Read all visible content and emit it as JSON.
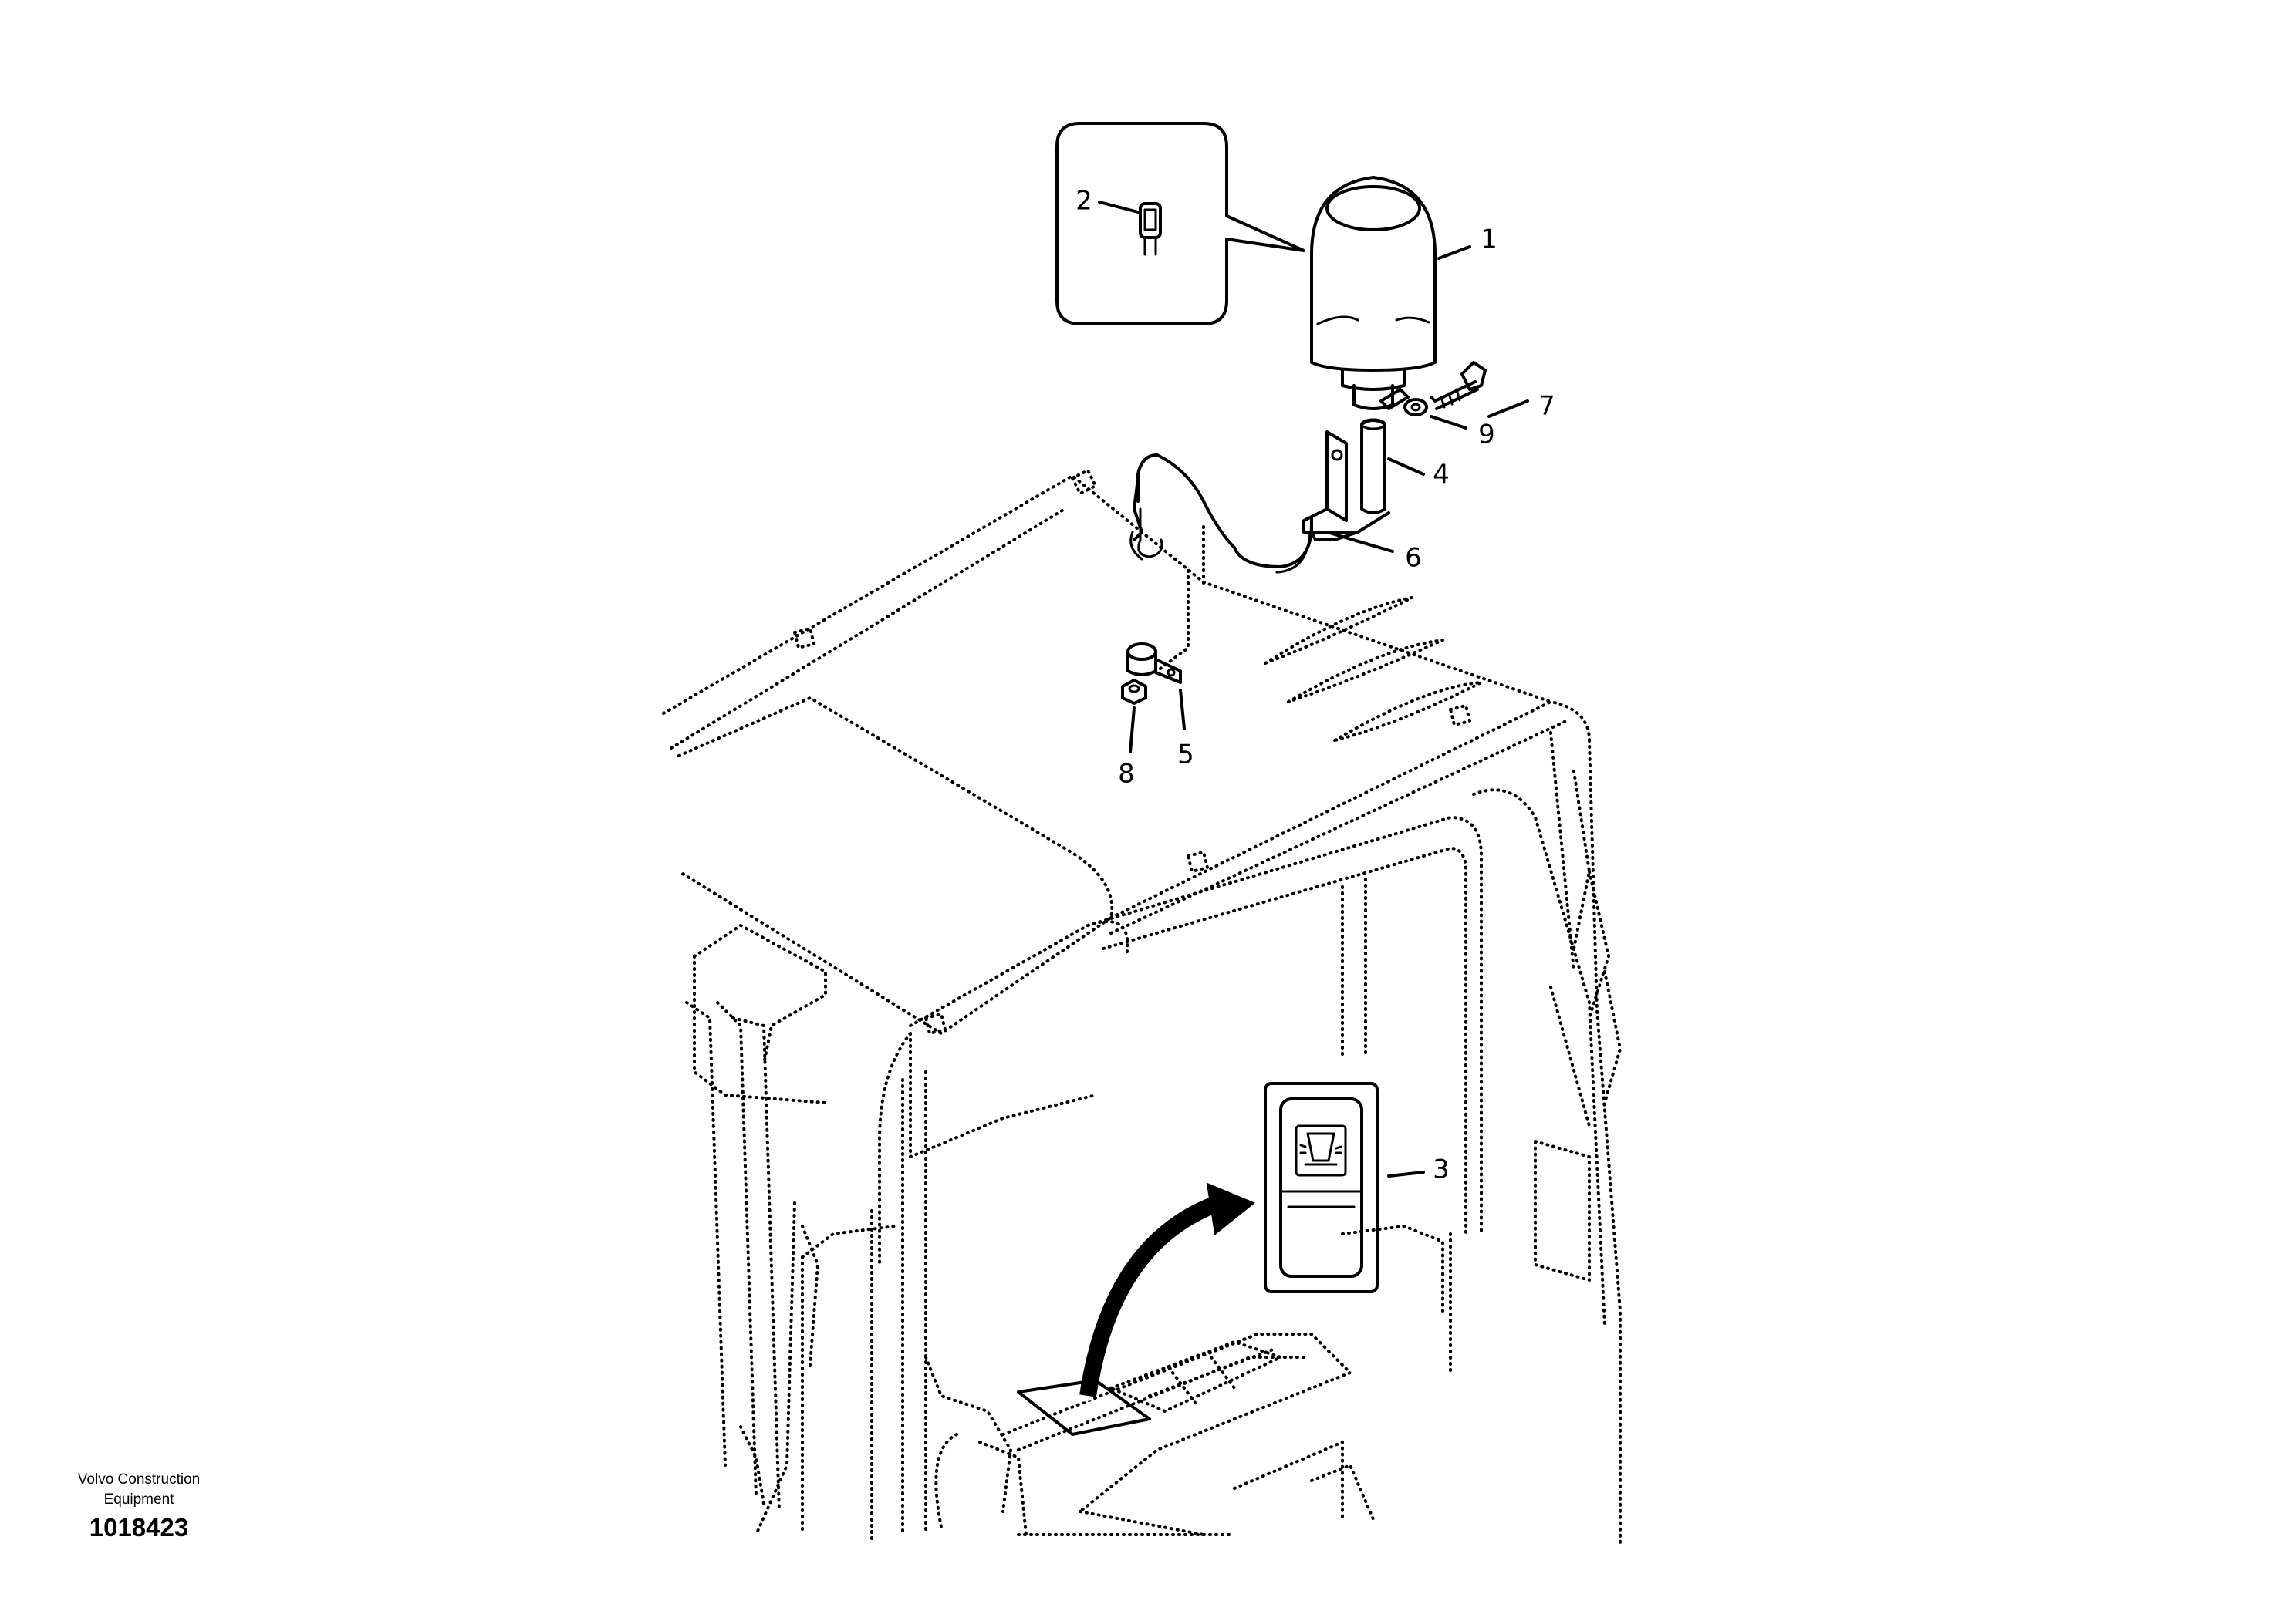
{
  "caption": {
    "line1": "Volvo Construction",
    "line2": "Equipment"
  },
  "document_number": "1018423",
  "callouts": [
    {
      "id": "1",
      "label": "1",
      "part": "beacon-lamp"
    },
    {
      "id": "2",
      "label": "2",
      "part": "bulb"
    },
    {
      "id": "3",
      "label": "3",
      "part": "beacon-switch"
    },
    {
      "id": "4",
      "label": "4",
      "part": "mounting-bracket"
    },
    {
      "id": "5",
      "label": "5",
      "part": "cable-clip"
    },
    {
      "id": "6",
      "label": "6",
      "part": "cable-harness"
    },
    {
      "id": "7",
      "label": "7",
      "part": "screw"
    },
    {
      "id": "8",
      "label": "8",
      "part": "nut"
    },
    {
      "id": "9",
      "label": "9",
      "part": "washer"
    }
  ]
}
